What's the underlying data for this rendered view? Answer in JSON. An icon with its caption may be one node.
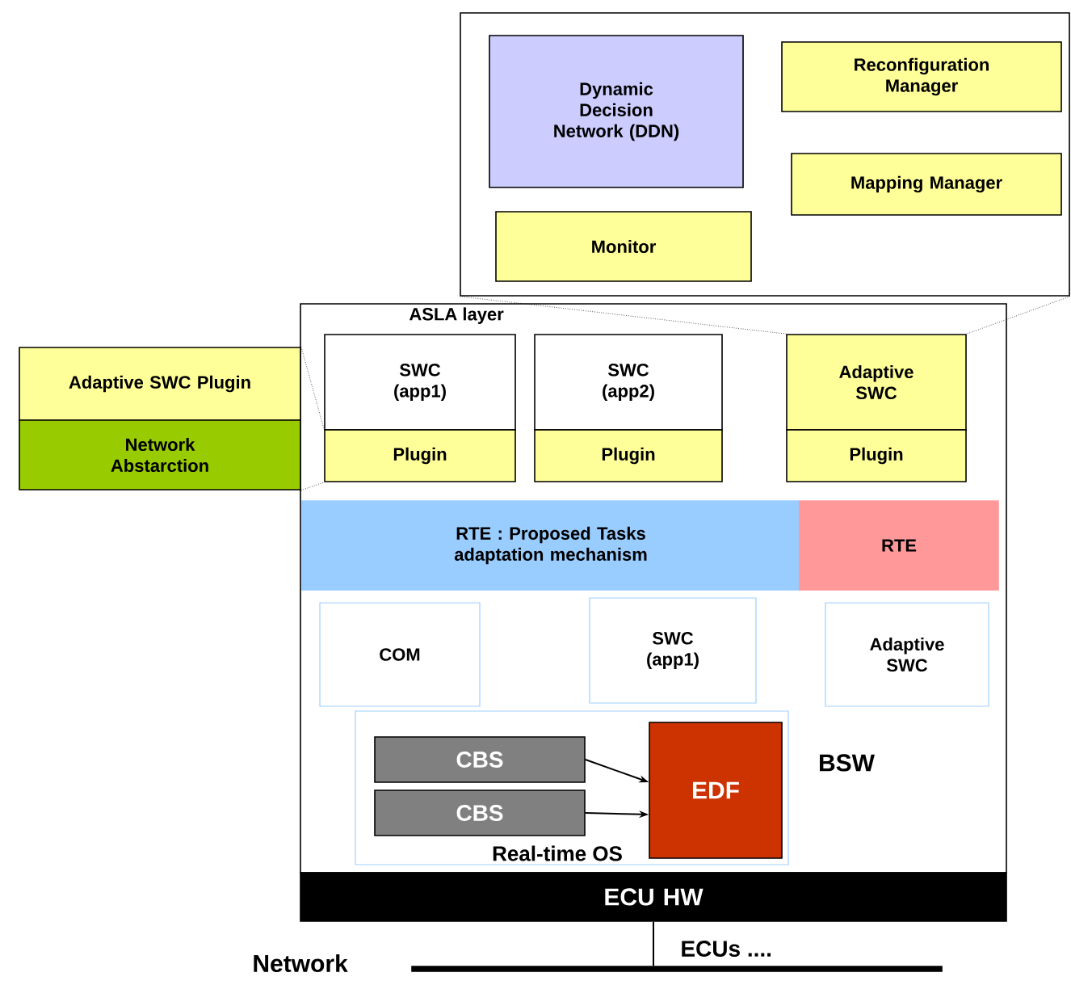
{
  "diagram": {
    "nodes": [
      {
        "text": [],
        "shape": "box"
      },
      {
        "text": [
          "Dynamic Decision Network (DDN)"
        ],
        "in": 0
      },
      {
        "text": [
          "Reconfiguration Manager"
        ],
        "in": 0
      },
      {
        "text": [
          "Mapping Manager"
        ],
        "in": 0
      },
      {
        "text": [
          "Monitor"
        ],
        "in": 0
      },
      {
        "text": [
          "ASLA layer"
        ]
      },
      {
        "text": [
          "SWC (app1)"
        ],
        "in": 5
      },
      {
        "text": [
          "Plugin"
        ],
        "in": 5
      },
      {
        "text": [
          "SWC (app2)"
        ],
        "in": 5
      },
      {
        "text": [
          "Plugin"
        ],
        "in": 5
      },
      {
        "text": [
          "Adaptive SWC"
        ],
        "in": 5
      },
      {
        "text": [
          "Plugin"
        ],
        "in": 5
      },
      {
        "text": [
          "RTE : Proposed Tasks adaptation mechanism"
        ],
        "in": 5
      },
      {
        "text": [
          "RTE"
        ],
        "in": 5
      },
      {
        "text": [
          "COM"
        ],
        "in": 5
      },
      {
        "text": [
          "SWC (app1)"
        ],
        "in": 5
      },
      {
        "text": [
          "Adaptive SWC"
        ],
        "in": 5
      },
      {
        "text": [
          "Real-time OS"
        ],
        "in": 5
      },
      {
        "text": [
          "CBS"
        ],
        "in": 17
      },
      {
        "text": [
          "CBS"
        ],
        "in": 17
      },
      {
        "text": [
          "EDF"
        ],
        "in": 17
      },
      {
        "text": [
          "ECU HW"
        ]
      },
      {
        "text": [
          "Adaptive SWC Plugin"
        ]
      },
      {
        "text": [
          "Network Abstarction"
        ]
      },
      {
        "text": [],
        "shape": "bar"
      }
    ],
    "edges": [
      {
        "from": 18,
        "to": 20,
        "arrow": "to"
      },
      {
        "from": 19,
        "to": 20,
        "arrow": "to"
      },
      {
        "from": 0,
        "to": 10,
        "arrow": "none",
        "style": "dashed"
      },
      {
        "from": 0,
        "to": 10,
        "arrow": "none",
        "style": "dashed"
      },
      {
        "from": 22,
        "to": 7,
        "arrow": "none",
        "style": "dashed"
      },
      {
        "from": 23,
        "to": 7,
        "arrow": "none",
        "style": "dashed"
      },
      {
        "from": 21,
        "to": 24,
        "arrow": "none"
      }
    ],
    "labels": [
      "BSW",
      "Network",
      "ECUs ...."
    ]
  }
}
